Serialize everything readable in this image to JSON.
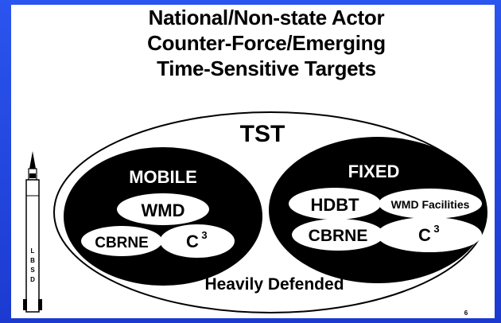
{
  "title_lines": [
    "National/Non-state Actor",
    "Counter-Force/Emerging",
    "Time-Sensitive Targets"
  ],
  "diagram": {
    "outer_label": "TST",
    "bottom_label": "Heavily Defended",
    "mobile": {
      "label": "MOBILE",
      "items": [
        "WMD",
        "CBRNE",
        "C"
      ],
      "c3_superscript": "3"
    },
    "fixed": {
      "label": "FIXED",
      "items": [
        "HDBT",
        "WMD Facilities",
        "CBRNE",
        "C"
      ],
      "c3_superscript": "3"
    },
    "missile_label": [
      "L",
      "B",
      "S",
      "D"
    ],
    "page_number": "6"
  },
  "colors": {
    "background": "#1f3fd8",
    "panel": "#ffffff",
    "ink": "#000000"
  }
}
